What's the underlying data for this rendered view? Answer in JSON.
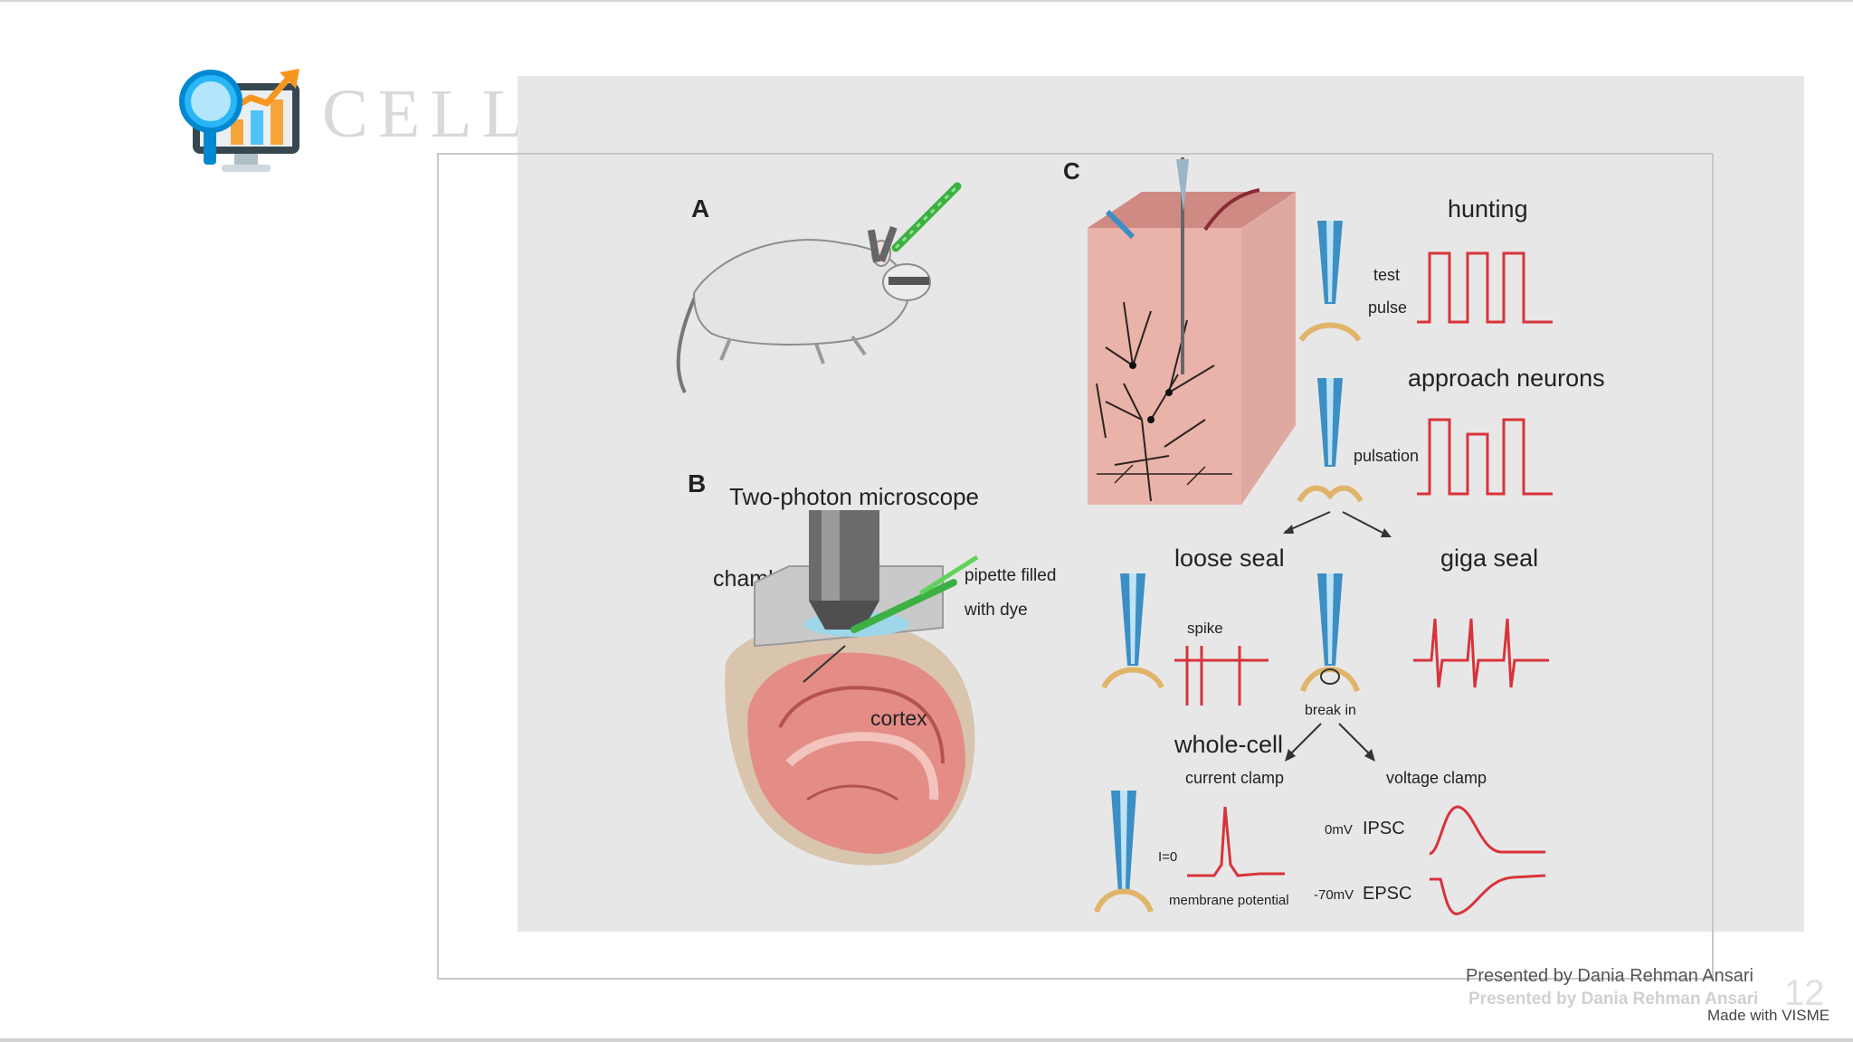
{
  "slide": {
    "title": "CELL RECORDING",
    "presented_by": "Presented by Dania Rehman Ansari",
    "presented_by_ghost": "Presented by Dania Rehman Ansari",
    "page_number": "12",
    "made_with": "Made with VISME"
  },
  "figure": {
    "panel_a": {
      "letter": "A"
    },
    "panel_b": {
      "letter": "B",
      "microscope": "Two-photon microscope",
      "chamber": "chamber",
      "pipette_line1": "pipette filled",
      "pipette_line2": "with dye",
      "cortex": "cortex"
    },
    "panel_c": {
      "letter": "C",
      "hunting": "hunting",
      "test": "test",
      "pulse": "pulse",
      "approach": "approach neurons",
      "pulsation": "pulsation",
      "loose_seal": "loose seal",
      "giga_seal": "giga seal",
      "spike": "spike",
      "break_in": "break in",
      "whole_cell": "whole-cell",
      "current_clamp": "current clamp",
      "voltage_clamp": "voltage clamp",
      "i0": "I=0",
      "membrane_potential": "membrane potential",
      "zero_mv": "0mV",
      "ipsc": "IPSC",
      "minus70": "-70mV",
      "epsc": "EPSC"
    }
  },
  "colors": {
    "trace_red": "#d8333a",
    "pipette_blue": "#3b8fc4",
    "tissue_pink": "#e8a49a",
    "pipette_green": "#4cc44a"
  }
}
